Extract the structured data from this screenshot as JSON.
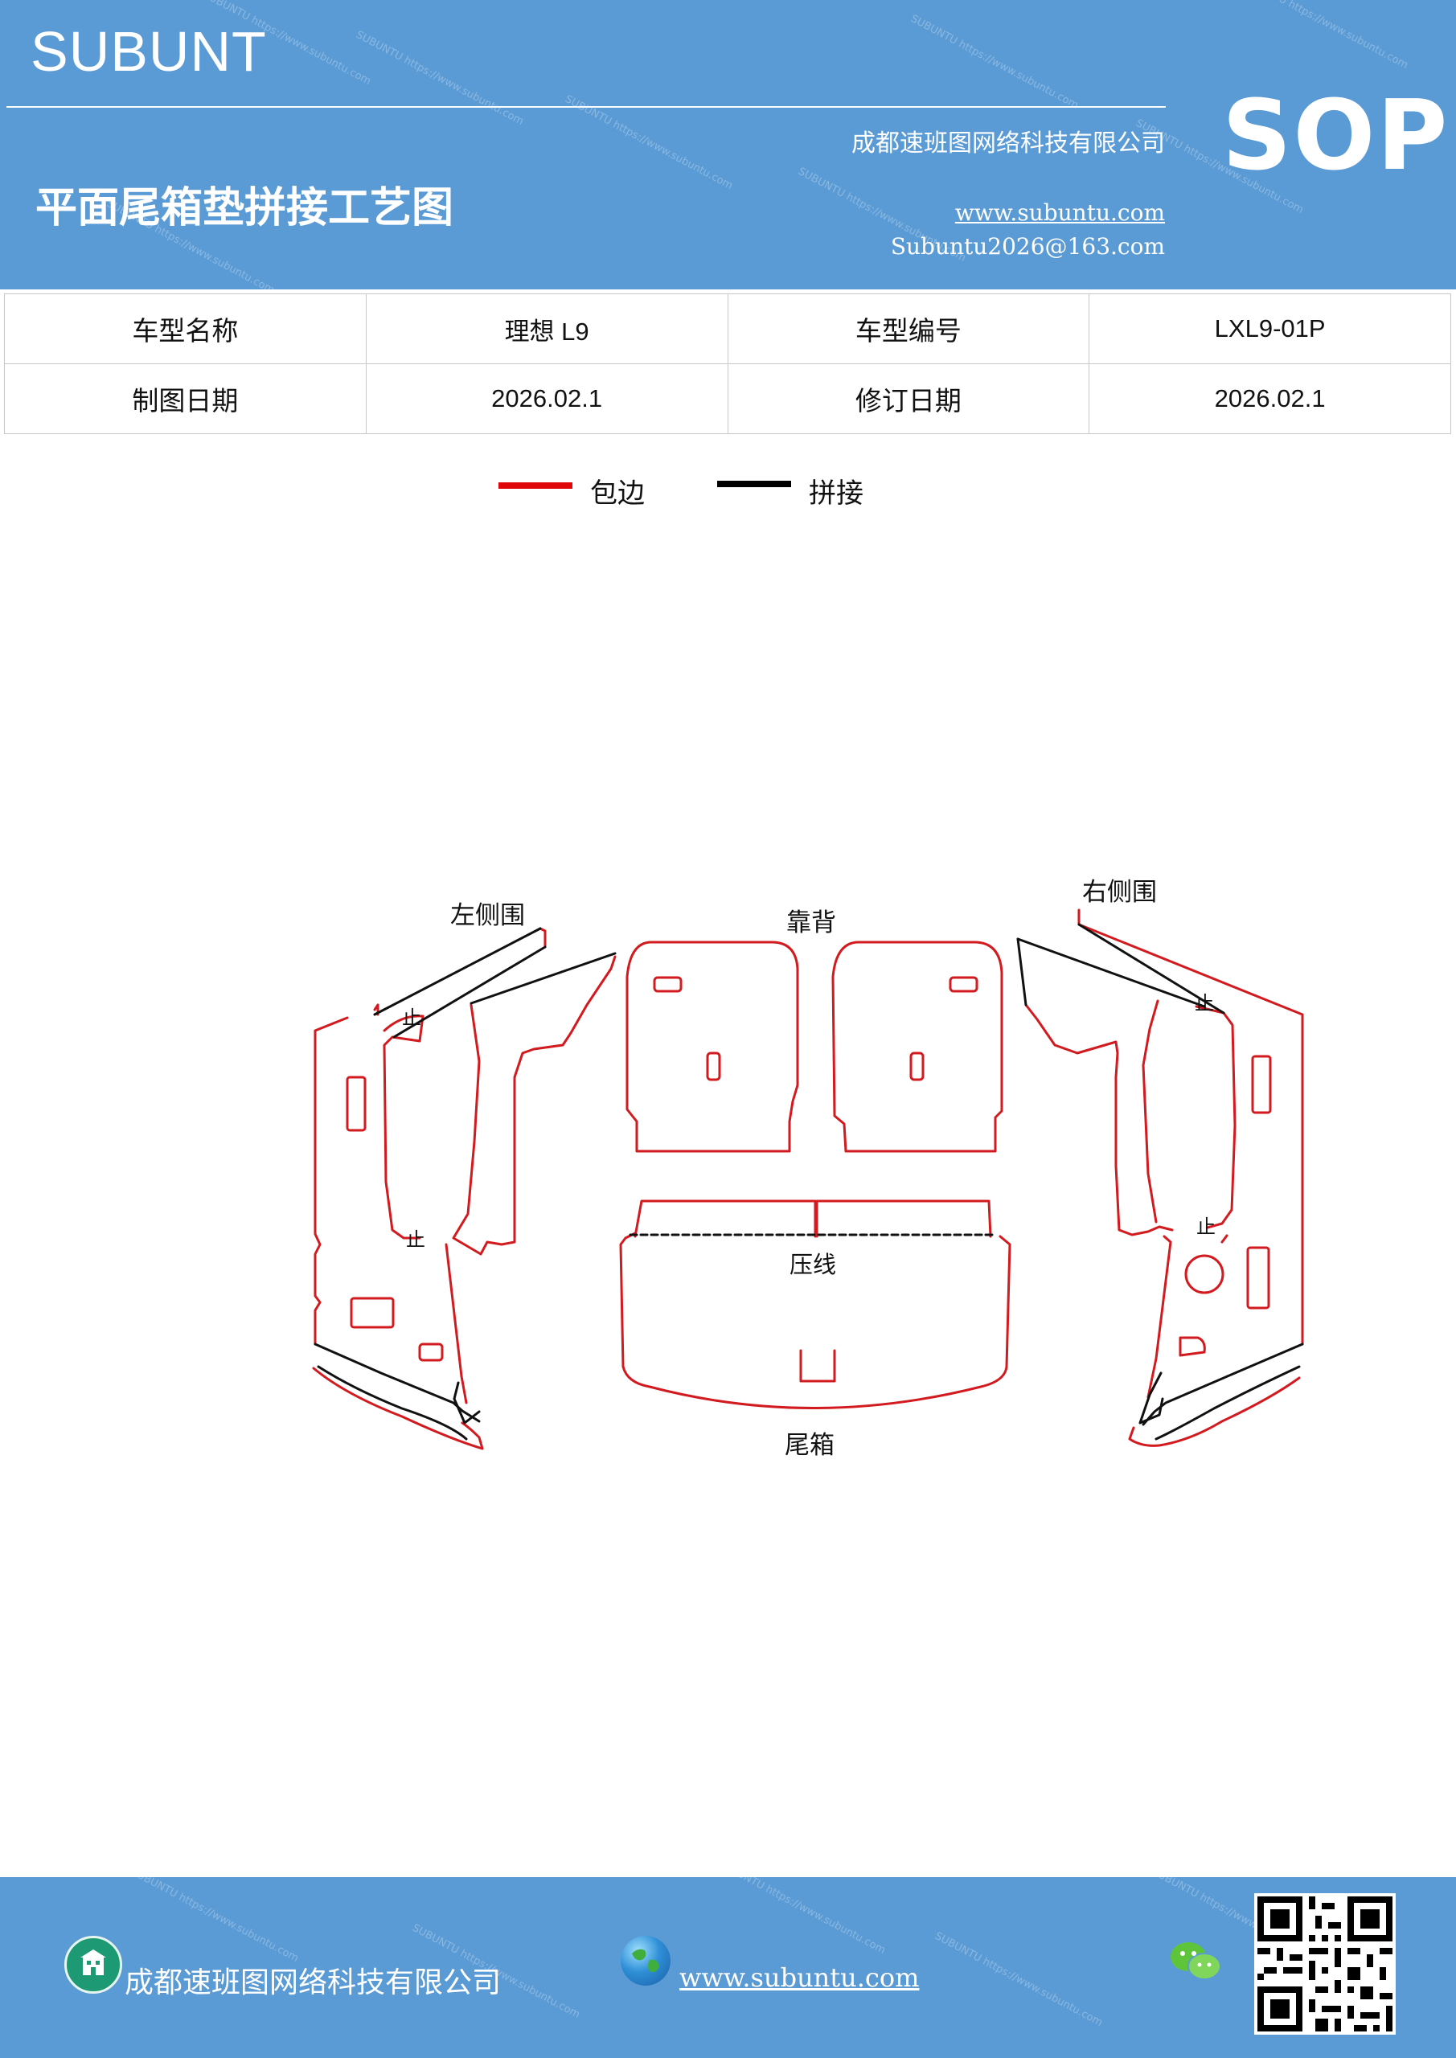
{
  "header": {
    "brand": "SUBUNT",
    "badge": "SOP",
    "company": "成都速班图网络科技有限公司",
    "title": "平面尾箱垫拼接工艺图",
    "website": "www.subuntu.com",
    "email": "Subuntu2026@163.com",
    "watermark": "SUBUNTU https://www.subuntu.com",
    "background_color": "#5b9bd5"
  },
  "info_table": {
    "rows": [
      [
        {
          "label": "车型名称"
        },
        {
          "value": "理想 L9"
        },
        {
          "label": "车型编号"
        },
        {
          "value": "LXL9-01P"
        }
      ],
      [
        {
          "label": "制图日期"
        },
        {
          "value": "2026.02.1"
        },
        {
          "label": "修订日期"
        },
        {
          "value": "2026.02.1"
        }
      ]
    ]
  },
  "legend": {
    "items": [
      {
        "label": "包边",
        "color": "#e0070b"
      },
      {
        "label": "拼接",
        "color": "#000000"
      }
    ]
  },
  "diagram": {
    "labels": {
      "left_side": "左侧围",
      "backrest": "靠背",
      "right_side": "右侧围",
      "crease": "压线",
      "trunk": "尾箱",
      "stop_mark": "止"
    },
    "colors": {
      "edge": "#d21a1f",
      "seam": "#111111"
    }
  },
  "footer": {
    "company": "成都速班图网络科技有限公司",
    "website": "www.subuntu.com",
    "icons": [
      "building-icon",
      "globe-icon",
      "wechat-icon",
      "qr-code"
    ]
  }
}
